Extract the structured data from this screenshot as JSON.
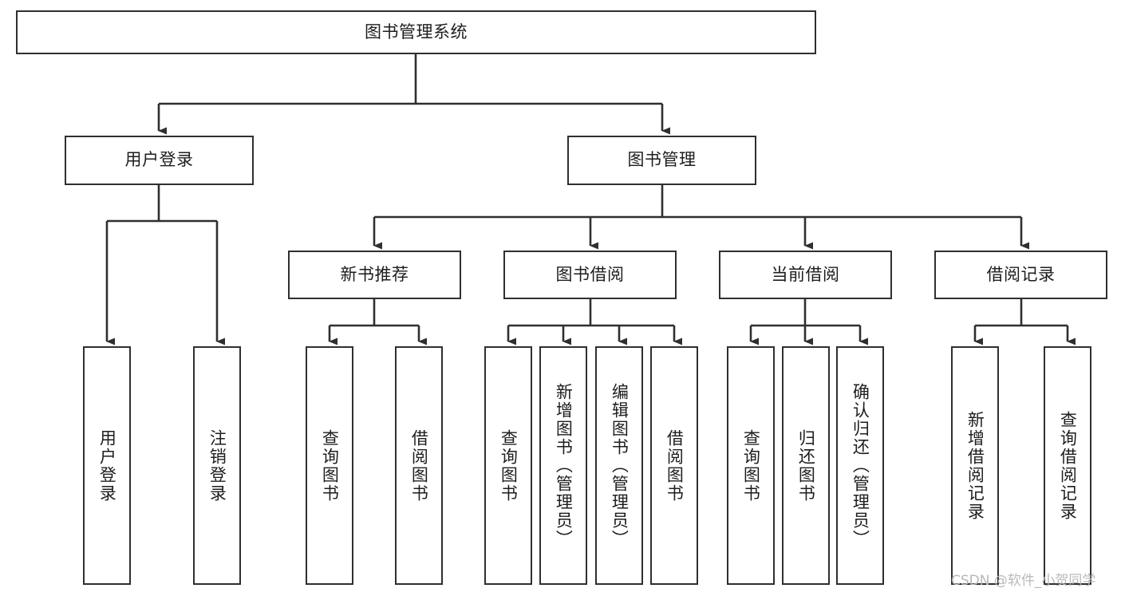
{
  "diagram": {
    "type": "tree",
    "title": "图书管理系统",
    "colors": {
      "box_border": "#2f2f2f",
      "box_fill": "#ffffff",
      "connector": "#2f2f2f",
      "text": "#1d1d1d",
      "watermark": "#b9b9b9"
    },
    "root": {
      "id": "root",
      "label": "图书管理系统"
    },
    "level2": [
      {
        "id": "user-login",
        "label": "用户登录"
      },
      {
        "id": "book-manage",
        "label": "图书管理"
      }
    ],
    "level3": [
      {
        "id": "new-book-recommend",
        "label": "新书推荐",
        "parent": "book-manage"
      },
      {
        "id": "book-borrow",
        "label": "图书借阅",
        "parent": "book-manage"
      },
      {
        "id": "current-borrow",
        "label": "当前借阅",
        "parent": "book-manage"
      },
      {
        "id": "borrow-record",
        "label": "借阅记录",
        "parent": "book-manage"
      }
    ],
    "leaves": {
      "user-login": [
        {
          "id": "leaf-user-login",
          "label": "用户登录"
        },
        {
          "id": "leaf-user-logout",
          "label": "注销登录"
        }
      ],
      "new-book-recommend": [
        {
          "id": "leaf-query-book-1",
          "label": "查询图书"
        },
        {
          "id": "leaf-borrow-book-1",
          "label": "借阅图书"
        }
      ],
      "book-borrow": [
        {
          "id": "leaf-query-book-2",
          "label": "查询图书"
        },
        {
          "id": "leaf-add-book",
          "label": "新增图书（管理员）"
        },
        {
          "id": "leaf-edit-book",
          "label": "编辑图书（管理员）"
        },
        {
          "id": "leaf-borrow-book-2",
          "label": "借阅图书"
        }
      ],
      "current-borrow": [
        {
          "id": "leaf-query-book-3",
          "label": "查询图书"
        },
        {
          "id": "leaf-return-book",
          "label": "归还图书"
        },
        {
          "id": "leaf-confirm-return",
          "label": "确认归还（管理员）"
        }
      ],
      "borrow-record": [
        {
          "id": "leaf-add-record",
          "label": "新增借阅记录"
        },
        {
          "id": "leaf-query-record",
          "label": "查询借阅记录"
        }
      ]
    }
  },
  "watermark": {
    "text": "CSDN @软件_小贺同学"
  }
}
